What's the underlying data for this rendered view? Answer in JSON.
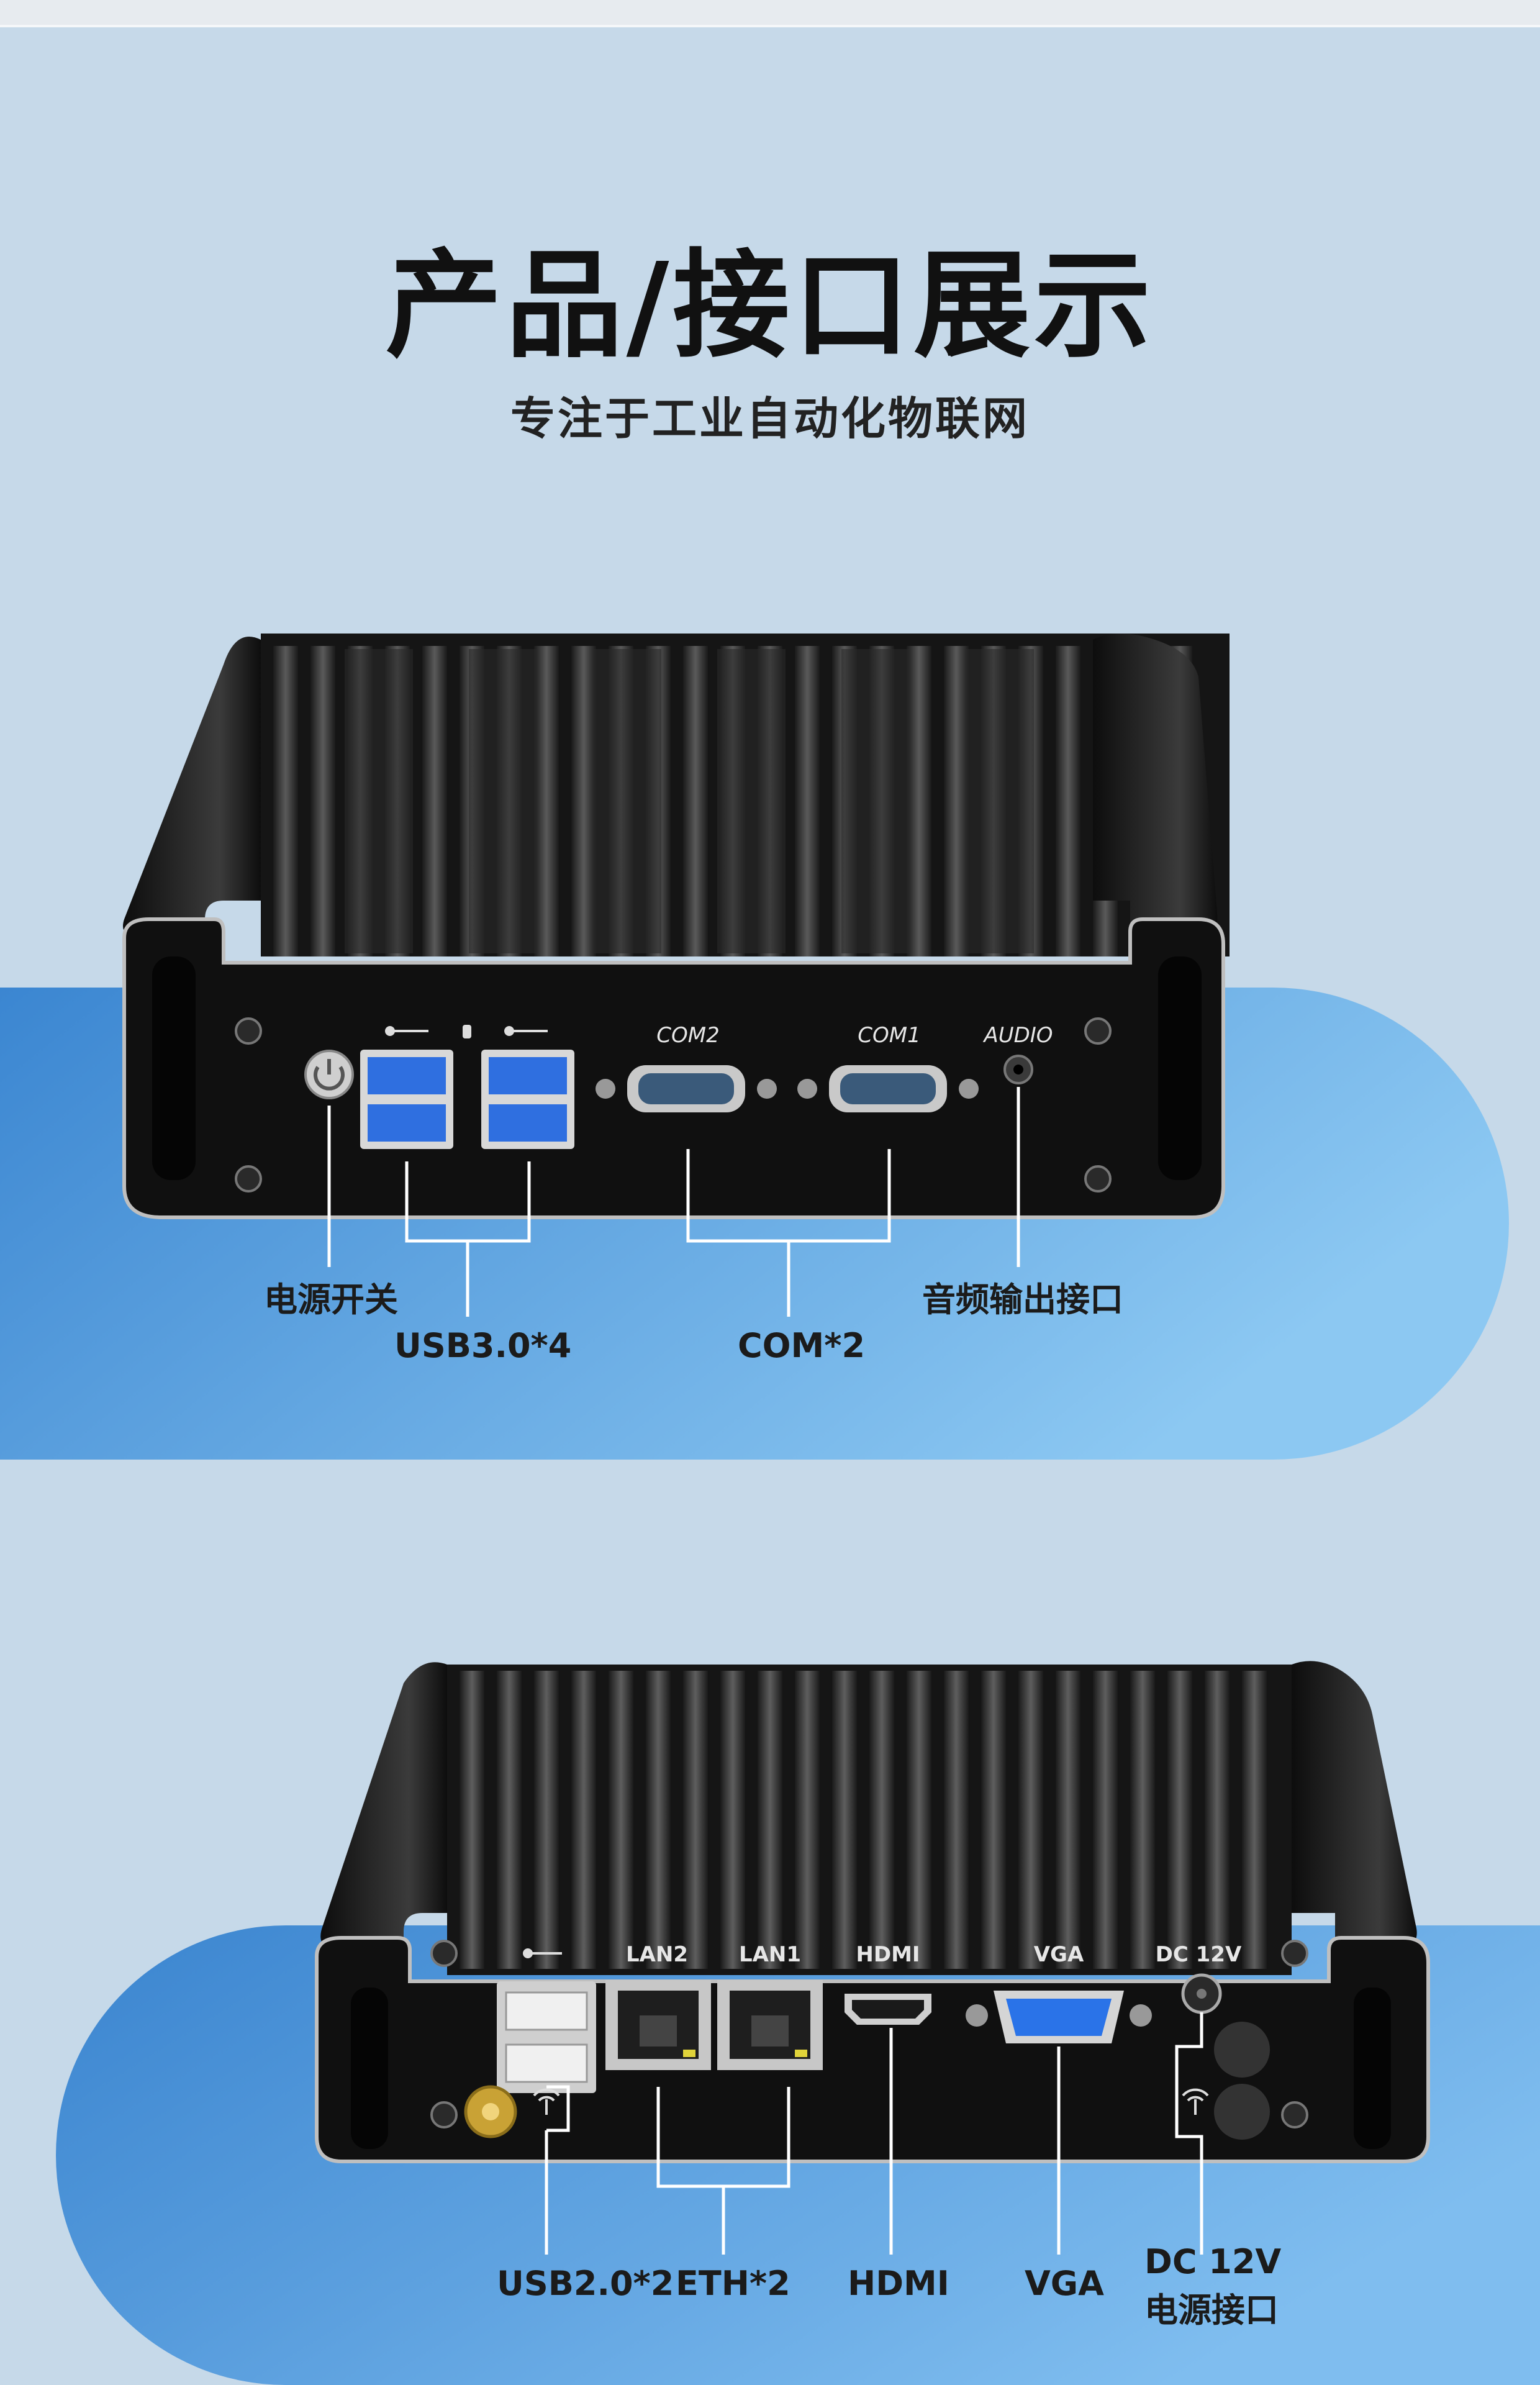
{
  "page": {
    "headline": "产品/接口展示",
    "subheadline": "专注于工业自动化物联网"
  },
  "front_panel": {
    "port_labels": {
      "com2": "COM2",
      "com1": "COM1",
      "audio": "AUDIO"
    },
    "callouts": {
      "power": "电源开关",
      "usb": "USB3.0*4",
      "com": "COM*2",
      "audio": "音频输出接口"
    }
  },
  "rear_panel": {
    "port_labels": {
      "lan2": "LAN2",
      "lan1": "LAN1",
      "hdmi": "HDMI",
      "vga": "VGA",
      "dc": "DC 12V"
    },
    "callouts": {
      "usb": "USB2.0*2",
      "eth": "ETH*2",
      "hdmi": "HDMI",
      "vga": "VGA",
      "dc_line1": "DC 12V",
      "dc_line2": "电源接口"
    }
  },
  "colors": {
    "background": "#c6d9e9",
    "blob_dark": "#3f8fd6",
    "blob_light": "#86c3ef",
    "chassis": "#111111",
    "usb3_blue": "#2f6fe0",
    "vga_blue": "#2a73e8",
    "brass": "#c9a235"
  },
  "icons": [
    "usb-icon",
    "storage-icon",
    "power-icon",
    "screw-icon",
    "wifi-antenna-icon"
  ]
}
